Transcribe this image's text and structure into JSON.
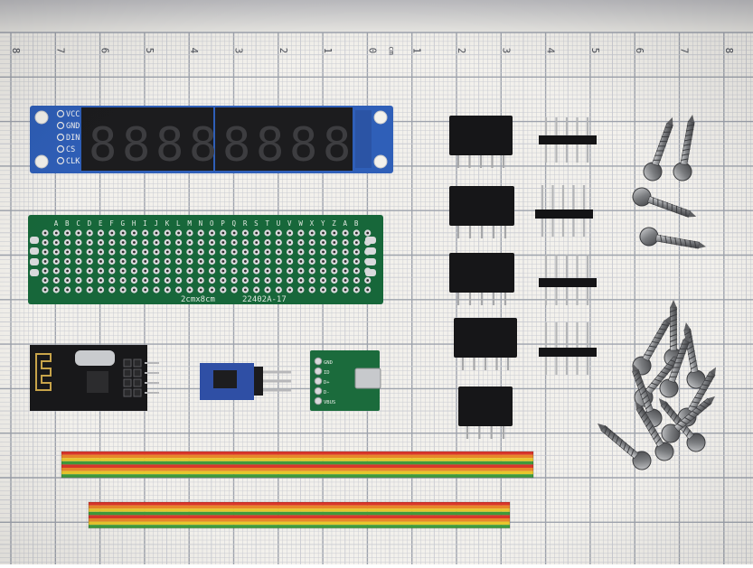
{
  "ruler": {
    "ticks": [
      "8",
      "7",
      "6",
      "5",
      "4",
      "3",
      "2",
      "1",
      "0",
      "1",
      "2",
      "3",
      "4",
      "5",
      "6",
      "7",
      "8"
    ],
    "unit": "cm"
  },
  "display_module": {
    "pins": [
      "VCC",
      "GND",
      "DIN",
      "CS",
      "CLK"
    ],
    "digits": "8.8.8.8.8.8.8.8."
  },
  "protoboard": {
    "columns": [
      "A",
      "B",
      "C",
      "D",
      "E",
      "F",
      "G",
      "H",
      "I",
      "J",
      "K",
      "L",
      "M",
      "N",
      "O",
      "P",
      "Q",
      "R",
      "S",
      "T",
      "U",
      "V",
      "W",
      "X",
      "Y",
      "Z",
      "A",
      "B"
    ],
    "size_label": "2cmx8cm",
    "part_label": "22402A-17"
  },
  "micro_usb": {
    "pins": [
      "GND",
      "ID",
      "D+",
      "D-",
      "VBUS"
    ]
  },
  "colors": {
    "paper": "#f3f1ec",
    "grid_minor": "#c9cbd2",
    "grid_major": "#9ea3ad",
    "pcb_blue": "#2f5fb8",
    "pcb_green": "#17673a",
    "ribbon": [
      "#d9362b",
      "#e8862a",
      "#e7c62c",
      "#3f9a3c",
      "#d9362b",
      "#e8862a",
      "#e7c62c",
      "#3f9a3c"
    ]
  }
}
